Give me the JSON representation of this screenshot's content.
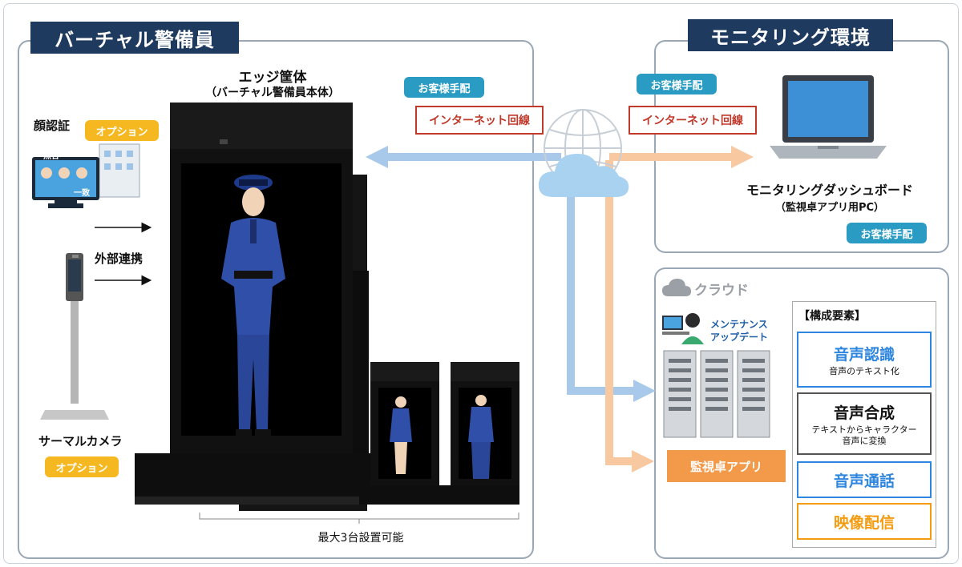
{
  "left_panel": {
    "title": "バーチャル警備員",
    "edge": {
      "title": "エッジ筐体",
      "subtitle": "（バーチャル警備員本体）"
    },
    "face_auth": {
      "label": "顔認証",
      "option": "オプション",
      "screen_small_label": "照合",
      "screen_match_label": "一致"
    },
    "external_link": "外部連携",
    "thermal_camera": {
      "label": "サーマルカメラ",
      "option": "オプション"
    },
    "max_units": "最大3台設置可能"
  },
  "network": {
    "customer_arranged_left": "お客様手配",
    "internet_left": "インターネット回線",
    "customer_arranged_right": "お客様手配",
    "internet_right": "インターネット回線"
  },
  "monitoring": {
    "title": "モニタリング環境",
    "dashboard": "モニタリングダッシュボード",
    "dashboard_sub": "（監視卓アプリ用PC）",
    "customer_arranged": "お客様手配"
  },
  "cloud": {
    "title": "クラウド",
    "maintenance_line1": "メンテナンス",
    "maintenance_line2": "アップデート",
    "monitor_app": "監視卓アプリ",
    "components_title": "【構成要素】",
    "components": [
      {
        "name": "音声認識",
        "desc": "音声のテキスト化",
        "color": "#2e86de"
      },
      {
        "name": "音声合成",
        "desc": "テキストからキャラクター音声に変換",
        "color": "#555555"
      },
      {
        "name": "音声通話",
        "desc": "",
        "color": "#2e86de"
      },
      {
        "name": "映像配信",
        "desc": "",
        "color": "#f39c12"
      }
    ]
  },
  "colors": {
    "navy": "#1f3a5f",
    "teal": "#2a9bc2",
    "red": "#c0392b",
    "yellow": "#f6b820",
    "orange": "#f2994a",
    "blue_arrow": "#a9c9ea",
    "orange_arrow": "#f8c9a0"
  }
}
